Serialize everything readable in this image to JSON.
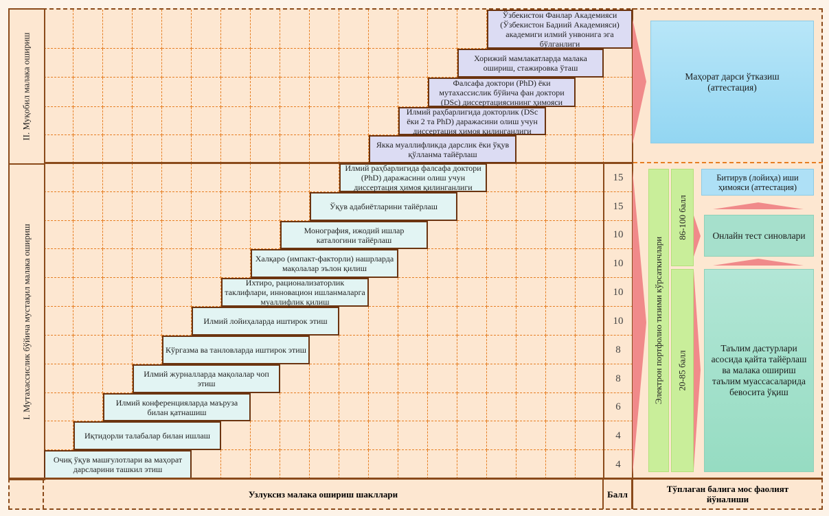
{
  "sections": {
    "alternative": "II. Муқобил малака ошириш",
    "independent": "I. Мутахассислик бўйича мустақил малака ошириш"
  },
  "top_items": [
    "Ўзбекистон Фанлар Академияси (Ўзбекистон Бадиий Академияси) академиги илмий унвонига эга бўлганлиги",
    "Хорижий мамлакатларда малака ошириш, стажировка ўташ",
    "Фалсафа доктори (PhD) ёки мутахассислик бўйича фан доктори (DSc) диссертациясининг ҳимояси",
    "Илмий раҳбарлигида докторлик (DSc ёки 2 та PhD) даражасини олиш учун диссертация ҳимоя қилинганлиги",
    "Якка муаллифликда дарслик ёки ўқув қўлланма тайёрлаш"
  ],
  "bottom_items": [
    {
      "label": "Илмий раҳбарлигида фалсафа доктори (PhD) даражасини олиш учун диссертация ҳимоя қилинганлиги",
      "ball": "15"
    },
    {
      "label": "Ўқув адабиётларини тайёрлаш",
      "ball": "15"
    },
    {
      "label": "Монография, ижодий ишлар каталогини тайёрлаш",
      "ball": "10"
    },
    {
      "label": "Халқаро (импакт-факторли) нашрларда мақолалар эълон қилиш",
      "ball": "10"
    },
    {
      "label": "Ихтиро, рационализаторлик таклифлари, инновацион ишланмаларга муаллифлик қилиш",
      "ball": "10"
    },
    {
      "label": "Илмий лойиҳаларда иштирок этиш",
      "ball": "10"
    },
    {
      "label": "Кўргазма ва танловларда иштирок этиш",
      "ball": "8"
    },
    {
      "label": "Илмий журналларда мақолалар чоп этиш",
      "ball": "8"
    },
    {
      "label": "Илмий конференцияларда маъруза билан қатнашиш",
      "ball": "6"
    },
    {
      "label": "Иқтидорли талабалар билан ишлаш",
      "ball": "4"
    },
    {
      "label": "Очиқ ўқув машғулотлари ва маҳорат дарсларини ташкил этиш",
      "ball": "4"
    }
  ],
  "right": {
    "master_class": "Маҳорат дарси ўтказиш (аттестация)",
    "portfolio": "Электрон портфолио тизими кўрсаткичлари",
    "range_high": "86-100 балл",
    "range_low": "20-85 балл",
    "graduation": "Битирув (лойиҳа) иши ҳимояси (аттестация)",
    "online_test": "Онлайн тест синовлари",
    "direct_study": "Таълим дастурлари асосида қайта тайёрлаш ва малака ошириш таълим муассасаларида бевосита ўқиш"
  },
  "footer": {
    "forms": "Узлуксиз малака ошириш шакллари",
    "ball": "Балл",
    "direction": "Тўплаган балига мос фаолият йўналиши"
  },
  "colors": {
    "background": "#fde7d1",
    "grid": "#e67e22",
    "border": "#6b3410",
    "top_box": "#dcdcf3",
    "bottom_box": "#e2f4f3",
    "arrow": "#f08a8a",
    "blue": "#a9dcf2",
    "green": "#c9ee9a",
    "teal": "#a6e0cc"
  }
}
